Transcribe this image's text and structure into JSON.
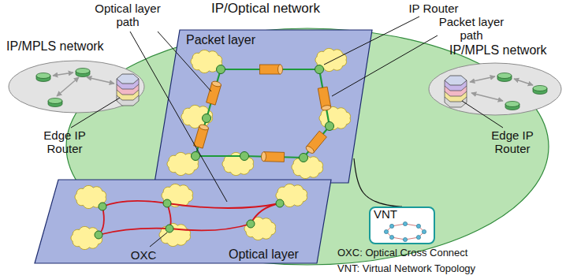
{
  "diagram": {
    "nodes": [
      {
        "text": [
          "IP/MPLS network"
        ]
      },
      {
        "text": [
          "Packet layer"
        ]
      },
      {
        "text": [
          "Optical layer"
        ]
      },
      {
        "text": [
          "IP/MPLS network"
        ]
      },
      {
        "text": [
          "VNT"
        ]
      }
    ],
    "edges": [
      {
        "from": 1,
        "to": 4,
        "arrow": "none"
      }
    ],
    "labels": [
      "Optical layer path",
      "IP/Optical network",
      "IP Router",
      "Packet layer path",
      "Edge IP Router",
      "Edge IP Router",
      "OXC",
      "OXC: Optical Cross Connect",
      "VNT: Virtual Network Topology"
    ]
  }
}
